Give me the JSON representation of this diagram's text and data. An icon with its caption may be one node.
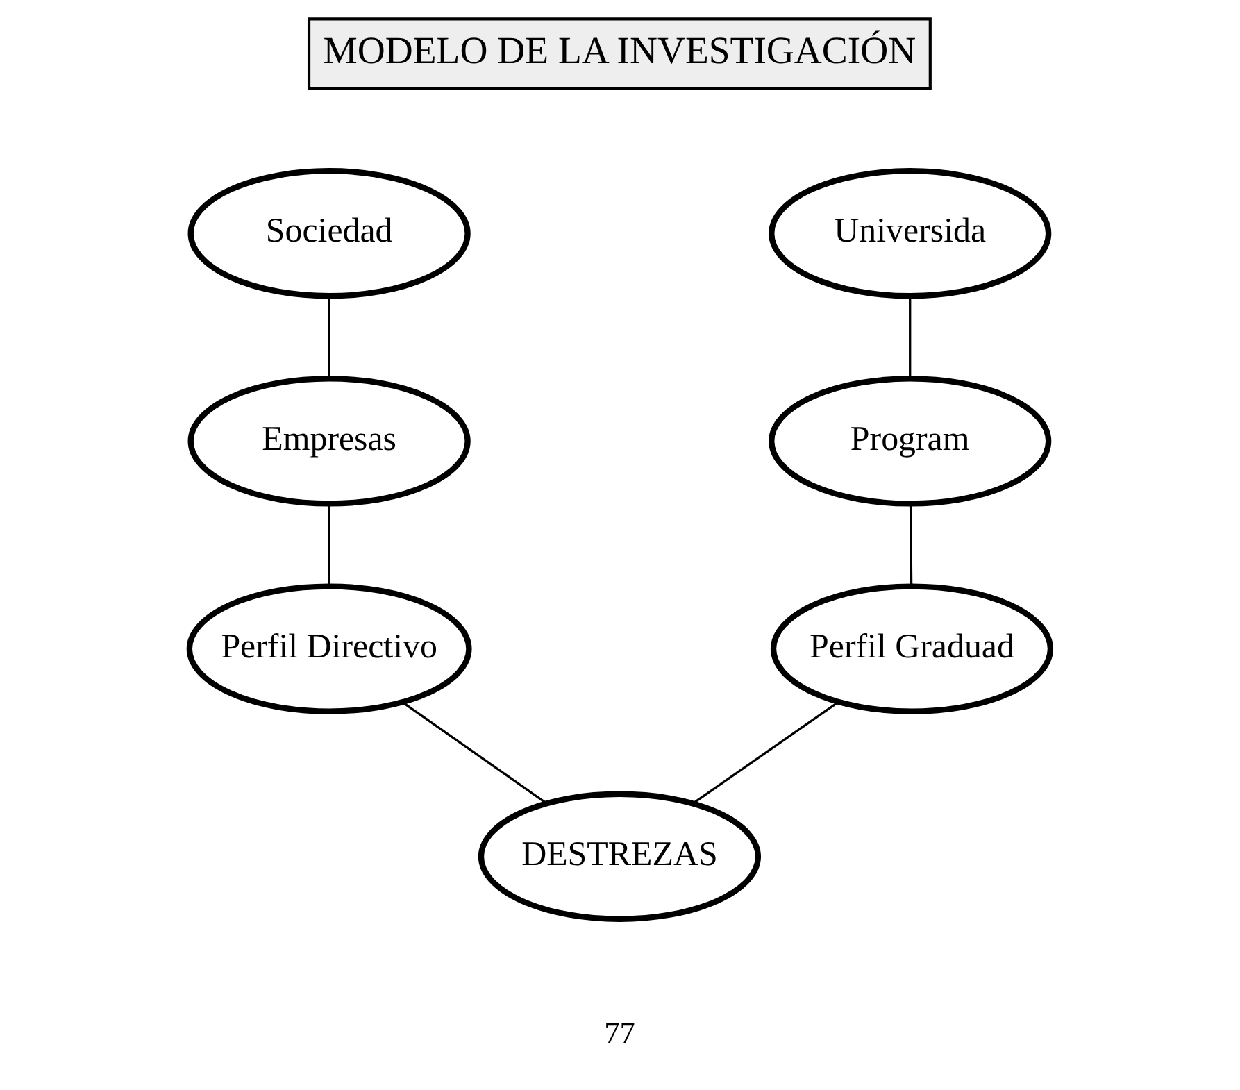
{
  "diagram": {
    "nodes": [
      {
        "text": [
          "MODELO DE LA INVESTIGACIÓN"
        ]
      },
      {
        "text": [
          "Sociedad"
        ]
      },
      {
        "text": [
          "Universida"
        ]
      },
      {
        "text": [
          "Empresas"
        ]
      },
      {
        "text": [
          "Program"
        ]
      },
      {
        "text": [
          "Perfil Directivo"
        ]
      },
      {
        "text": [
          "Perfil Graduad"
        ]
      },
      {
        "text": [
          "DESTREZAS"
        ]
      }
    ],
    "edges": [
      {
        "from": 1,
        "to": 3,
        "arrow": "none"
      },
      {
        "from": 3,
        "to": 5,
        "arrow": "none"
      },
      {
        "from": 2,
        "to": 4,
        "arrow": "none"
      },
      {
        "from": 4,
        "to": 6,
        "arrow": "none"
      },
      {
        "from": 5,
        "to": 7,
        "arrow": "none"
      },
      {
        "from": 6,
        "to": 7,
        "arrow": "none"
      }
    ],
    "labels": [
      "77"
    ]
  }
}
